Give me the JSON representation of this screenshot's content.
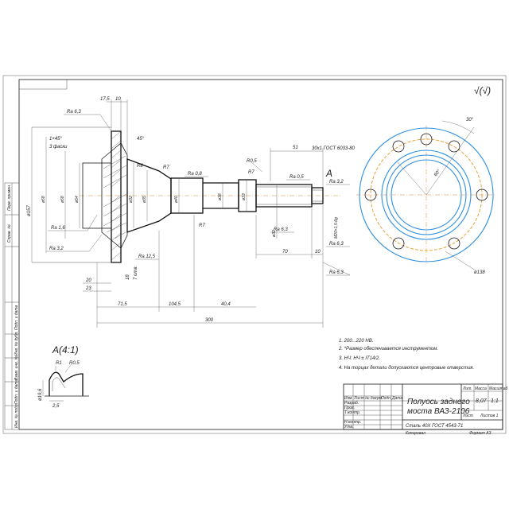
{
  "view_label_a": "A",
  "detail_title": "A(4:1)",
  "roughness_symbol": "√(√)",
  "dims": {
    "d175": "17,5",
    "d10": "10",
    "chamfer1": "1×45°",
    "chamfers_note": "3 фаски",
    "angle45": "45°",
    "r8": "R8",
    "r7a": "R7",
    "r7b": "R7",
    "r7c": "R7",
    "r05": "R0,5",
    "d51": "51",
    "thread": "30х1 ГОСТ 6033-80",
    "d70": "70",
    "d10b": "10",
    "d20": "20",
    "d23": "23",
    "d18": "18",
    "holes": "7 отв.",
    "d715": "71,5",
    "d1045": "104,5",
    "d404": "40,4",
    "d300": "300",
    "dia138": "ø138",
    "ang30": "30°",
    "ang60": "60°",
    "d_left": "ø157",
    "d_f1": "ø58",
    "d_f2": "ø58",
    "d_f3": "ø54",
    "d_f4": "ø32",
    "d_f5": "ø35",
    "d_f6": "ø40",
    "d_f7": "ø38",
    "d_f8": "ø33",
    "d_f9": "ø32",
    "spline": "M20×1,5-6g",
    "det_r1": "R1",
    "det_r05": "R0,5",
    "det_25": "2,5",
    "det_dia": "ø19,6"
  },
  "roughness": {
    "ra63_top": "Ra 6,3",
    "ra16": "Ra 1,6",
    "ra32_left": "Ra 3,2",
    "ra08": "Ra 0,8",
    "ra05": "Ra 0,5",
    "ra32_right": "Ra 3,2",
    "ra63_mid": "Ra 6,3",
    "ra125": "Ra 12,5",
    "ra63_right": "Ra 6,3",
    "ra63_bottom": "Ra 6,3"
  },
  "notes": [
    "1. 200...220 HB.",
    "2. *Размер обеспечивается инструментом.",
    "3. НЧ: НЧ ± IT14/2.",
    "4. На торцах детали допускаются центровые отверстия."
  ],
  "title_block": {
    "name_line1": "Полуось заднего",
    "name_line2": "моста ВАЗ-2106",
    "material": "Сталь 40Х ГОСТ 4543-71",
    "mass": "8,07",
    "scale": "1:1",
    "lit_label": "Лит.",
    "mass_label": "Масса",
    "scale_label": "Масштаб",
    "sheet": "Лист",
    "sheets": "Листов 1",
    "copied": "Копировал",
    "format": "Формат А3",
    "rows": [
      "Изм.",
      "Разраб.",
      "Пров.",
      "Т.контр.",
      "Н.контр.",
      "Утв."
    ],
    "cols": [
      "Лист",
      "№ докум.",
      "Подп.",
      "Дата"
    ]
  },
  "side_strip": [
    "Перв. примен.",
    "Справ. №",
    "Подп. и дата",
    "Инв. № дубл.",
    "Взам. инв. №",
    "Подп. и дата",
    "Инв. № подл."
  ]
}
